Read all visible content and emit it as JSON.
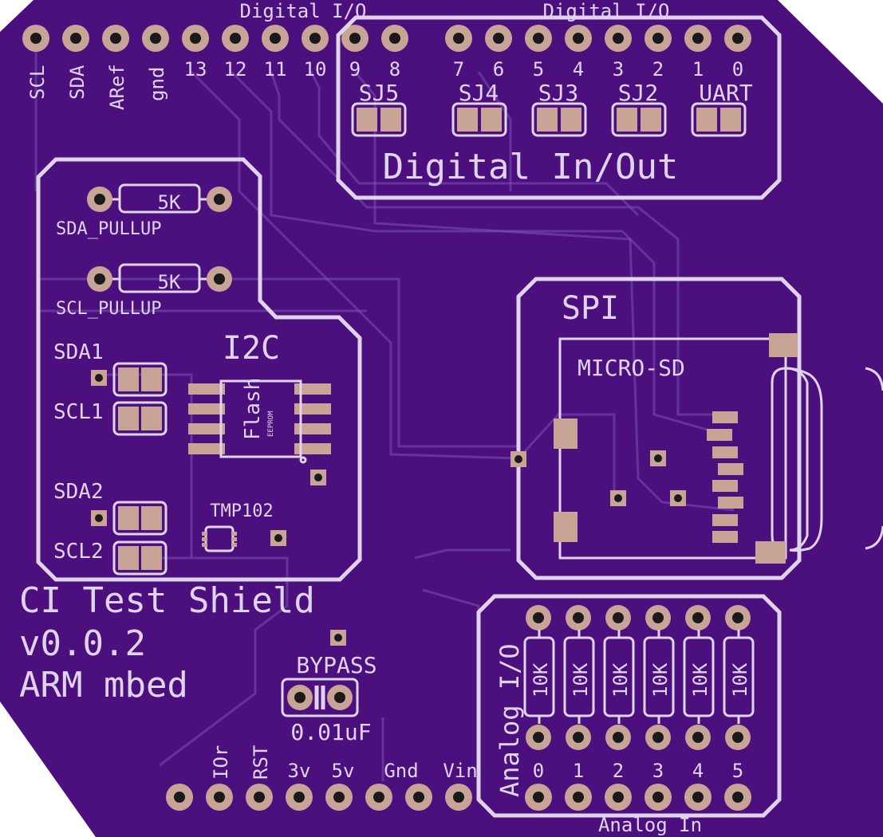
{
  "header": {
    "digital_io_left": "Digital I/O",
    "digital_io_right": "Digital I/O"
  },
  "top_pins": {
    "labels_vertical": [
      "SCL",
      "SDA",
      "ARef",
      "gnd"
    ],
    "labels_numeric": [
      "13",
      "12",
      "11",
      "10",
      "9",
      "8",
      "7",
      "6",
      "5",
      "4",
      "3",
      "2",
      "1",
      "0"
    ]
  },
  "digital_block": {
    "jumpers": [
      "SJ5",
      "SJ4",
      "SJ3",
      "SJ2",
      "UART"
    ],
    "title": "Digital In/Out"
  },
  "i2c_block": {
    "title": "I2C",
    "sda_pullup_value": "5K",
    "sda_pullup_label": "SDA_PULLUP",
    "scl_pullup_value": "5K",
    "scl_pullup_label": "SCL_PULLUP",
    "sda1": "SDA1",
    "scl1": "SCL1",
    "sda2": "SDA2",
    "scl2": "SCL2",
    "flash_label": "Flash",
    "eeprom_label": "EEPROM",
    "temp_sensor": "TMP102"
  },
  "spi_block": {
    "title": "SPI",
    "micro_sd": "MICRO-SD"
  },
  "board_info": {
    "line1": "CI Test Shield",
    "line2": "v0.0.2",
    "line3": "ARM mbed"
  },
  "bypass": {
    "label": "BYPASS",
    "value": "0.01uF"
  },
  "power_header": {
    "labels": [
      "IOr",
      "RST",
      "3v",
      "5v",
      "Gnd",
      "Vin"
    ]
  },
  "analog_block": {
    "title": "Analog I/O",
    "resistor_value": "10K",
    "pin_numbers": [
      "0",
      "1",
      "2",
      "3",
      "4",
      "5"
    ],
    "footer": "Analog In"
  },
  "colors": {
    "board": "#4b0f7e",
    "silkscreen": "#e0d4ec",
    "copper_pad": "#c8a496",
    "trace": "#7a52b4"
  }
}
